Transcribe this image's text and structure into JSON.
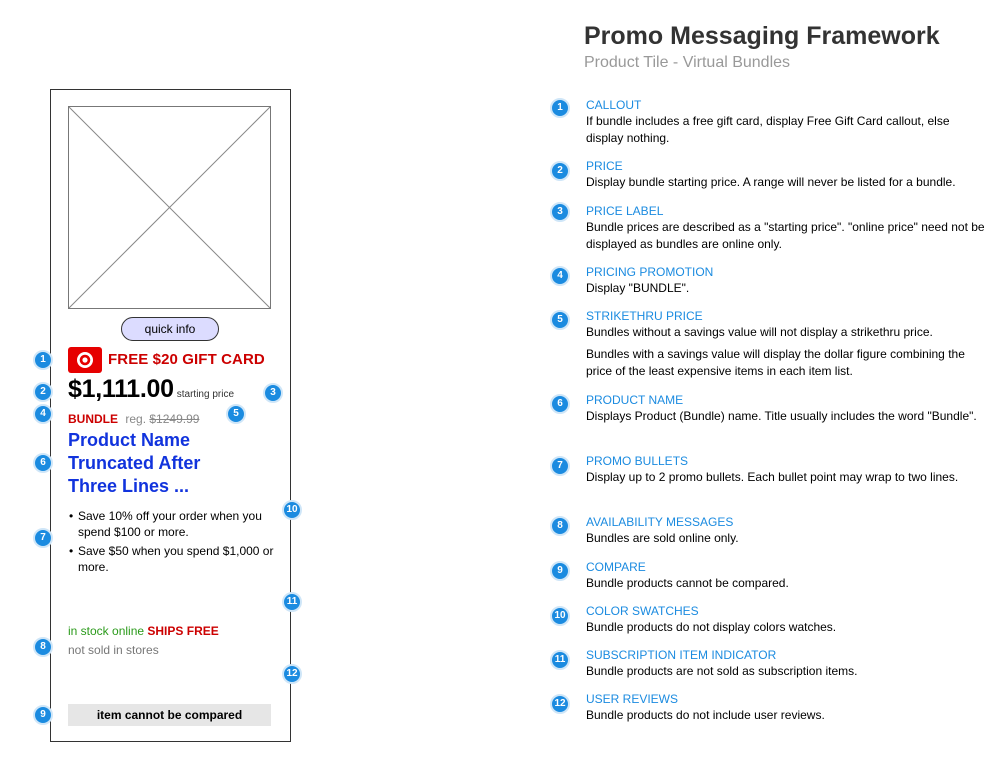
{
  "header": {
    "title": "Promo Messaging Framework",
    "subtitle": "Product Tile - Virtual Bundles"
  },
  "tile": {
    "quick_info": "quick info",
    "callout": "FREE $20 GIFT CARD",
    "price": "$1,111.00",
    "price_label": "starting price",
    "promo_label": "BUNDLE",
    "promo_reg": "reg.",
    "promo_strike": "$1249.99",
    "product_name": [
      "Product Name",
      "Truncated After",
      "Three Lines ..."
    ],
    "bullets": [
      "Save 10% off your order when you spend $100 or more.",
      "Save $50 when you spend $1,000 or more."
    ],
    "availability_green": "in stock online",
    "availability_red": "SHIPS FREE",
    "availability_store": "not sold in stores",
    "compare": "item cannot be compared"
  },
  "markers": [
    "1",
    "2",
    "3",
    "4",
    "5",
    "6",
    "7",
    "8",
    "9",
    "10",
    "11",
    "12"
  ],
  "framework": [
    {
      "num": "1",
      "title": "CALLOUT",
      "desc": [
        "If bundle includes a free gift card, display Free Gift Card callout, else display nothing."
      ]
    },
    {
      "num": "2",
      "title": "PRICE",
      "desc": [
        "Display bundle starting price. A range will never be listed for a bundle."
      ]
    },
    {
      "num": "3",
      "title": "PRICE LABEL",
      "desc": [
        "Bundle prices are described as a \"starting price\". \"online price\" need not be displayed as bundles are online only."
      ]
    },
    {
      "num": "4",
      "title": "PRICING PROMOTION",
      "desc": [
        "Display \"BUNDLE\"."
      ]
    },
    {
      "num": "5",
      "title": "STRIKETHRU PRICE",
      "desc": [
        "Bundles without a savings value will not display a strikethru price.",
        "Bundles with a savings value will display the dollar figure combining the price of the least expensive items in each item list."
      ]
    },
    {
      "num": "6",
      "title": "PRODUCT NAME",
      "desc": [
        "Displays Product (Bundle) name. Title usually includes the word \"Bundle\"."
      ]
    },
    {
      "num": "7",
      "title": "PROMO BULLETS",
      "desc": [
        "Display up to 2 promo bullets. Each bullet point may wrap to two lines."
      ]
    },
    {
      "num": "8",
      "title": "AVAILABILITY MESSAGES",
      "desc": [
        "Bundles are sold online only."
      ]
    },
    {
      "num": "9",
      "title": "COMPARE",
      "desc": [
        "Bundle products cannot be compared."
      ]
    },
    {
      "num": "10",
      "title": "COLOR SWATCHES",
      "desc": [
        "Bundle products do not display colors watches."
      ]
    },
    {
      "num": "11",
      "title": "SUBSCRIPTION ITEM INDICATOR",
      "desc": [
        "Bundle products are not sold as subscription items."
      ]
    },
    {
      "num": "12",
      "title": "USER REVIEWS",
      "desc": [
        "Bundle products do not include user reviews."
      ]
    }
  ],
  "colors": {
    "accent_blue": "#1b8be0",
    "callout_red": "#cc0000",
    "product_name_blue": "#1133dd",
    "stock_green": "#2a9a1a"
  }
}
